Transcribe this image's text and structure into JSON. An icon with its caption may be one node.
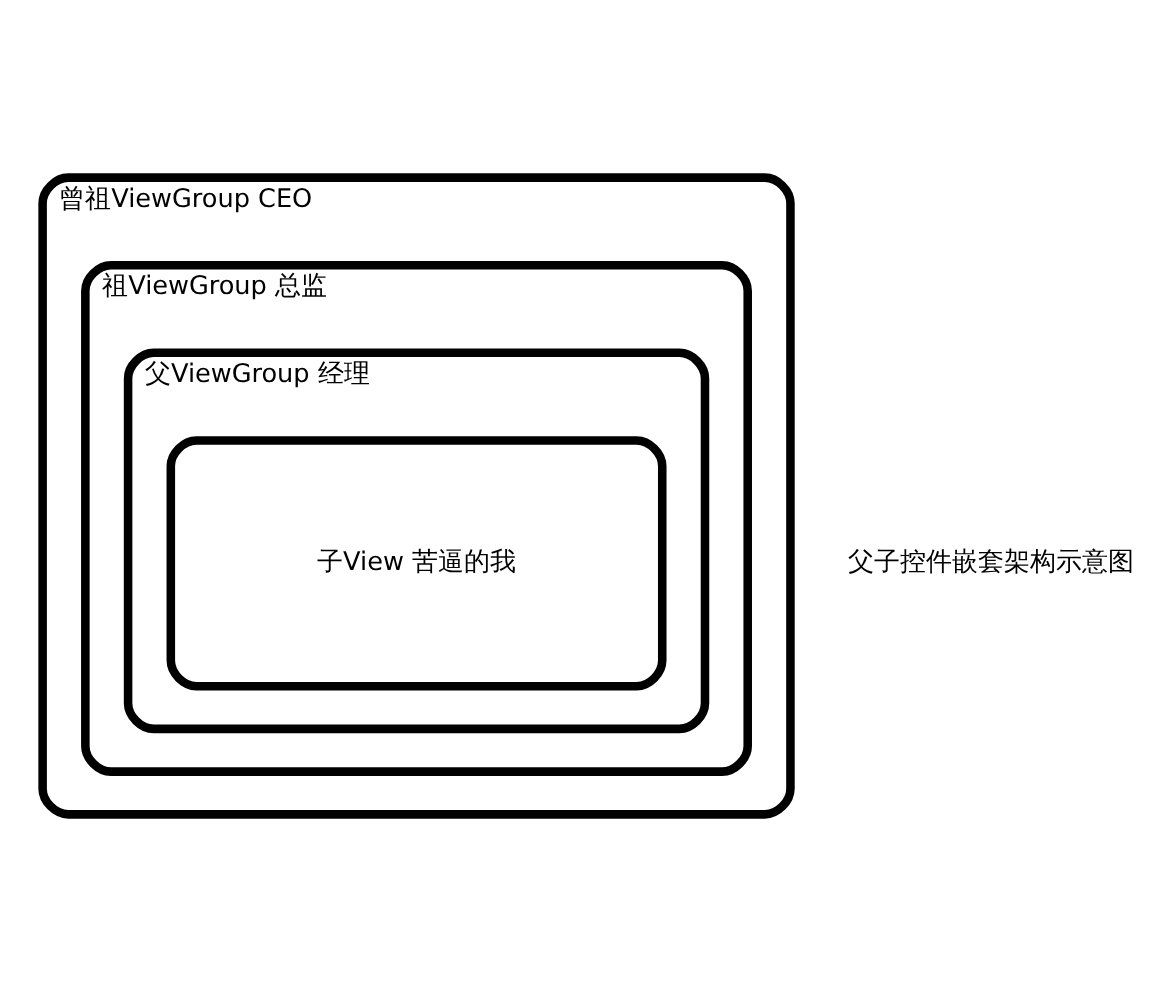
{
  "diagram": {
    "nodes": [
      {
        "text": [
          "曾祖ViewGroup CEO"
        ]
      },
      {
        "text": [
          "祖ViewGroup 总监"
        ],
        "in": 0
      },
      {
        "text": [
          "父ViewGroup 经理"
        ],
        "in": 1
      },
      {
        "text": [
          "子View 苦逼的我"
        ],
        "in": 2
      }
    ],
    "labels": [
      "父子控件嵌套架构示意图"
    ]
  }
}
